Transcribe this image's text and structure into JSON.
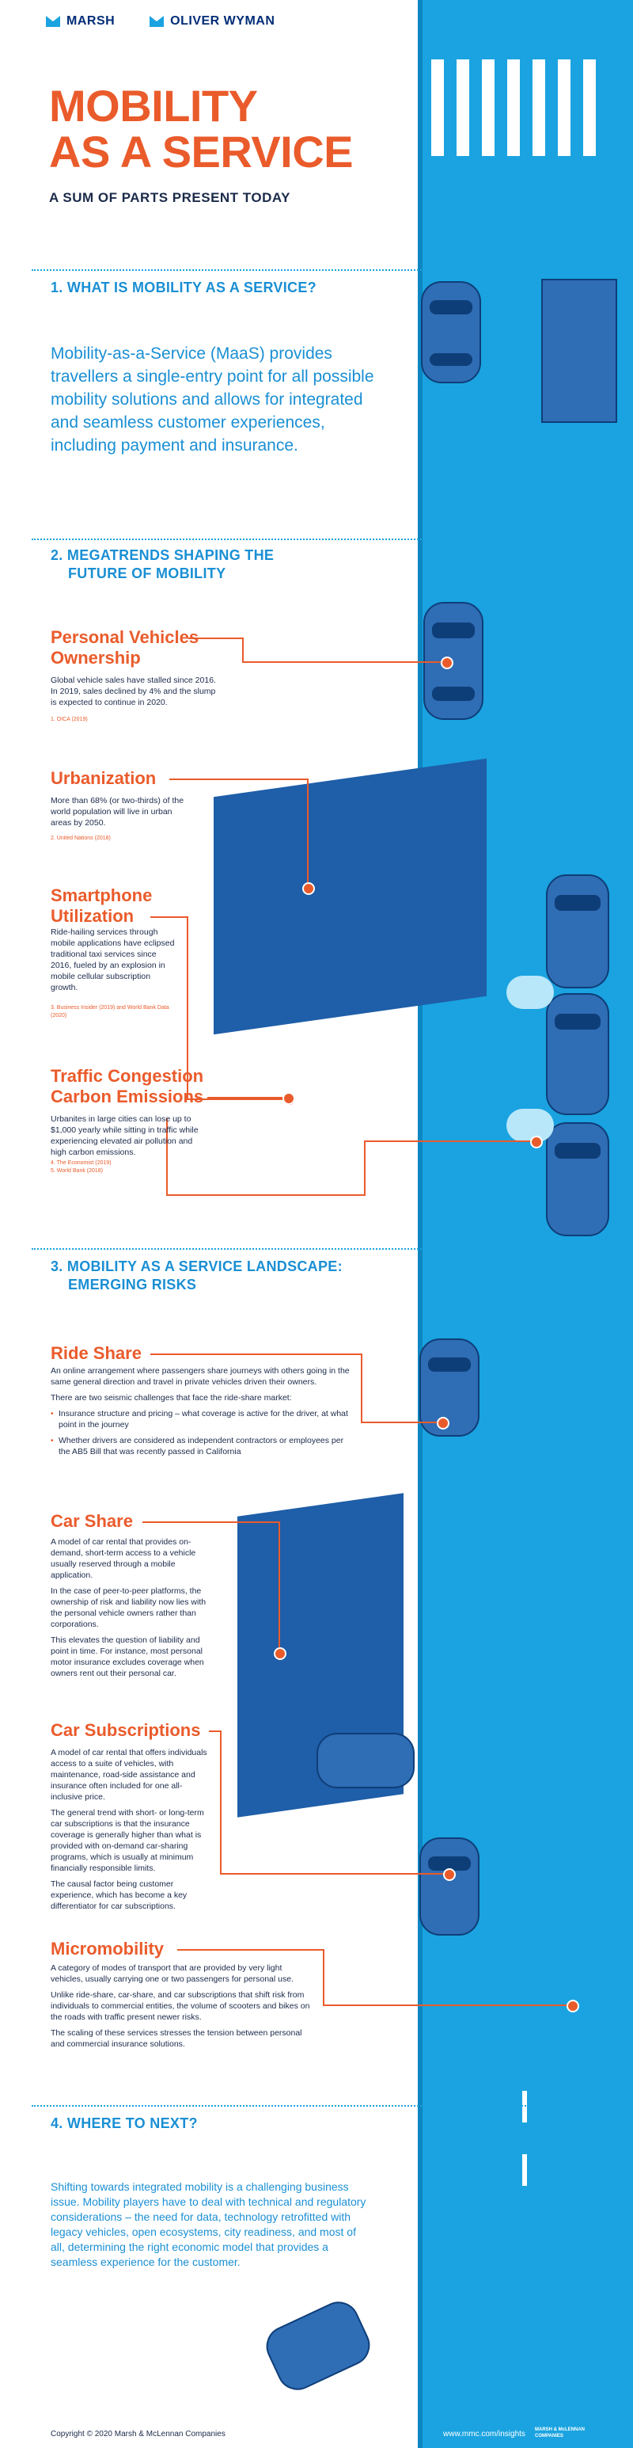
{
  "brand": {
    "logo1": "MARSH",
    "logo2": "OLIVER WYMAN",
    "footer_logo": "MARSH & McLENNAN COMPANIES"
  },
  "hero": {
    "title_line1": "MOBILITY",
    "title_line2": "AS A SERVICE",
    "subtitle": "A SUM OF PARTS PRESENT TODAY"
  },
  "s1": {
    "title": "1. WHAT IS MOBILITY AS A SERVICE?",
    "text": "Mobility-as-a-Service (MaaS) provides travellers a single-entry point for all possible mobility solutions and allows for integrated and seamless customer experiences, including payment and insurance."
  },
  "s2": {
    "title_line1": "2. MEGATRENDS SHAPING THE",
    "title_line2": "FUTURE OF MOBILITY",
    "items": [
      {
        "title_line1": "Personal Vehicles",
        "title_line2": "Ownership",
        "text": "Global vehicle sales have stalled since 2016. In 2019, sales declined by 4% and the slump is expected to continue in 2020.",
        "source": "1. OICA (2019)"
      },
      {
        "title_line1": "Urbanization",
        "title_line2": "",
        "text": "More than 68% (or two-thirds) of the world population will live in urban areas by 2050.",
        "source": "2. United Nations (2018)"
      },
      {
        "title_line1": "Smartphone",
        "title_line2": "Utilization",
        "text": "Ride-hailing services through mobile applications have eclipsed traditional taxi services since 2016, fueled by an explosion in mobile cellular subscription growth.",
        "source": "3. Business Insider (2019) and World Bank Data (2020)"
      },
      {
        "title_line1": "Traffic Congestion",
        "title_line2": "Carbon Emissions",
        "text": "Urbanites in large cities can lose up to $1,000 yearly while sitting in traffic while experiencing elevated air pollution and high carbon emissions.",
        "source": "4. The Economist (2019)",
        "source2": "5. World Bank (2018)"
      }
    ]
  },
  "s3": {
    "title_line1": "3. MOBILITY AS A SERVICE LANDSCAPE:",
    "title_line2": "EMERGING RISKS",
    "rideshare": {
      "title": "Ride Share",
      "p1": "An online arrangement where passengers share journeys with others going in the same general direction and travel in private vehicles driven their owners.",
      "p2": "There are two seismic challenges that face the ride-share market:",
      "b1": "Insurance structure and pricing – what coverage is active for the driver, at what point in the journey",
      "b2": "Whether drivers are considered as independent contractors or employees per the AB5 Bill that was recently passed in California"
    },
    "carshare": {
      "title": "Car Share",
      "p1": "A model of car rental that provides on-demand, short-term access to a vehicle usually reserved through a mobile application.",
      "p2": "In the case of peer-to-peer platforms, the ownership of risk and liability now lies with the personal vehicle owners rather than corporations.",
      "p3": "This elevates the question of liability and point in time. For instance, most personal motor insurance excludes coverage when owners rent out their personal car."
    },
    "carsub": {
      "title": "Car Subscriptions",
      "p1": "A model of car rental that offers individuals access to a suite of vehicles, with maintenance, road-side assistance and insurance often included for one all-inclusive price.",
      "p2": "The general trend with short- or long-term car subscriptions is that the insurance coverage is generally higher than what is provided with on-demand car-sharing programs, which is usually at minimum financially responsible limits.",
      "p3": "The causal factor being customer experience, which has become a key differentiator for car subscriptions."
    },
    "micro": {
      "title": "Micromobility",
      "p1": "A category of modes of transport that are provided by very light vehicles, usually carrying one or two passengers for personal use.",
      "p2": "Unlike ride-share, car-share, and car subscriptions that shift risk from individuals to commercial entities, the volume of scooters and bikes on the roads with traffic present newer risks.",
      "p3": "The scaling of these services stresses the tension between personal and commercial insurance solutions."
    }
  },
  "s4": {
    "title": "4. WHERE TO NEXT?",
    "text": "Shifting towards integrated mobility is a challenging business issue. Mobility players have to deal with technical and regulatory considerations – the need for data, technology retrofitted with legacy vehicles, open ecosystems, city readiness, and most of all, determining the right economic model that provides a seamless experience for the customer."
  },
  "footer": {
    "copyright": "Copyright © 2020 Marsh & McLennan Companies",
    "url": "www.mmc.com/insights"
  },
  "colors": {
    "orange": "#ea5b2b",
    "blue": "#1aa3e0",
    "navy": "#0e3e78"
  }
}
